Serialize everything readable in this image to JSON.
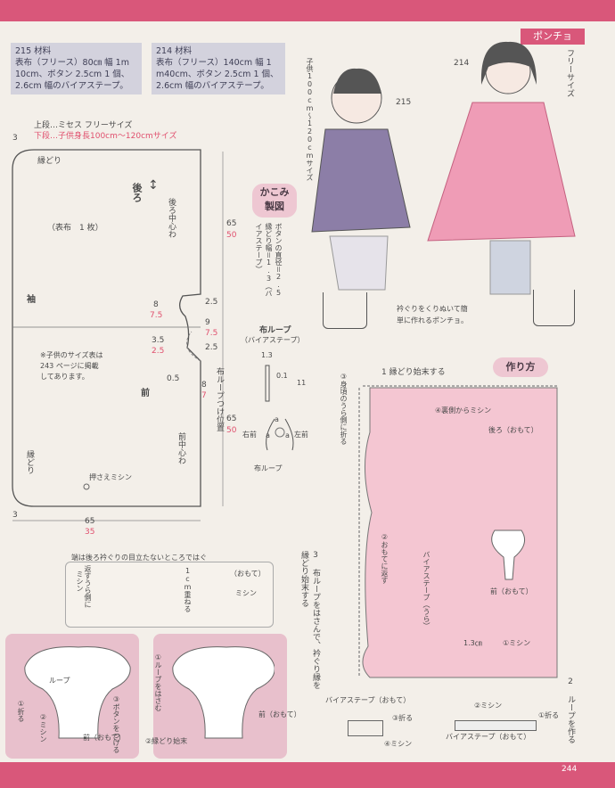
{
  "header": {
    "section_tab": "ポンチョ",
    "page_number": "244"
  },
  "materials": {
    "m215_title": "215 材料",
    "m215_lines": [
      "表布（フリース）80㎝ 幅 1m",
      "10cm、ボタン 2.5cm 1 個、",
      "2.6cm 幅のバイアステープ。"
    ],
    "m214_title": "214 材料",
    "m214_lines": [
      "表布（フリース）140cm 幅 1",
      "m40cm、ボタン 2.5cm 1 個、",
      "2.6cm 幅のバイアステープ。"
    ]
  },
  "pattern": {
    "size_top": "上段…ミセス フリーサイズ",
    "size_bottom": "下段…子供身長100cm〜120cmサイズ",
    "binding_top": "縁どり",
    "binding_bottom": "縁どり",
    "back": "後ろ",
    "back_arrow": "↕",
    "center_back": "後ろ中心わ",
    "fabric": "（表布　1 枚）",
    "sleeve": "袖",
    "note": [
      "※子供のサイズ表は",
      "243 ページに掲載",
      "してあります。"
    ],
    "front": "前",
    "loop_position": "布ループつけ位置",
    "center_front": "前中心わ",
    "topstitch": "押さえミシン",
    "dims": {
      "d3a": "3",
      "d3b": "3",
      "w65": "65",
      "w35": "35",
      "h65a": "65",
      "h50a": "50",
      "h65b": "65",
      "h50b": "50",
      "n8": "8",
      "n75a": "7.5",
      "n25a": "2.5",
      "n9": "9",
      "n75b": "7.5",
      "n25b": "2.5",
      "n35": "3.5",
      "n25c": "2.5",
      "n05": "0.5",
      "n8b": "8",
      "n7": "7"
    }
  },
  "kakomi": {
    "line1": "かこみ",
    "line2": "製図"
  },
  "button_note": "ボタンの直径＝2.5 縁どり幅＝1.3（バイアステープ）",
  "loop_part": {
    "title": "布ループ",
    "subtitle": "（バイアステープ）",
    "d13": "1.3",
    "d01": "0.1",
    "d11": "11",
    "right": "右前",
    "left": "左前",
    "a1": "a",
    "a2": "a",
    "a3": "a",
    "caption": "布ループ"
  },
  "kids": {
    "label_215": "215",
    "label_214": "214",
    "kid_size": "子供100cm〜120cmサイズ",
    "adult_size": "フリーサイズ"
  },
  "poncho_caption": [
    "衿ぐりをくりぬいて簡",
    "単に作れるポンチョ。"
  ],
  "howto": {
    "title": "作り方",
    "step1": "1 縁どり始末する",
    "s_inside": "③身頃のうら側に折る",
    "s_reverse": "④裏側からミシン",
    "s_back": "後ろ（おもて）",
    "s_face": "②おもてに返す",
    "s_tape": "バイアステープ（うら）",
    "s_front": "前（おもて）",
    "s_13": "1.3㎝",
    "s_stitch": "①ミシン"
  },
  "step2": {
    "title": "2 ループを作る",
    "fold": "③折る",
    "stitch2": "②ミシン",
    "fold1": "①折る",
    "tape_a": "バイアステープ（おもて）",
    "tape_b": "バイアステープ（おもて）",
    "stitch4": "④ミシン"
  },
  "step3": {
    "title": "3 布ループをはさんで、衿ぐり縁を縁どり始末する"
  },
  "end_note": {
    "title": "端は後ろ衿ぐりの目立たないところではぐ",
    "n1": "返すうら側に",
    "n1b": "ミシン",
    "n2": "1cm重ねる",
    "face": "（おもて）",
    "stitch": "ミシン"
  },
  "bottom_left": {
    "loop": "ループ",
    "fold": "①折る",
    "stitch": "②ミシン",
    "front": "前（おもて）",
    "attach": "③ボタンをつける"
  },
  "bottom_mid": {
    "sandwich": "①ループをはさむ",
    "front": "前（おもて）",
    "finish": "②縁どり始末"
  },
  "colors": {
    "accent": "#d9577a",
    "pink_text": "#e0506e",
    "fabric_pink": "#f4c6d2",
    "gray_box": "#d3d2dd"
  }
}
